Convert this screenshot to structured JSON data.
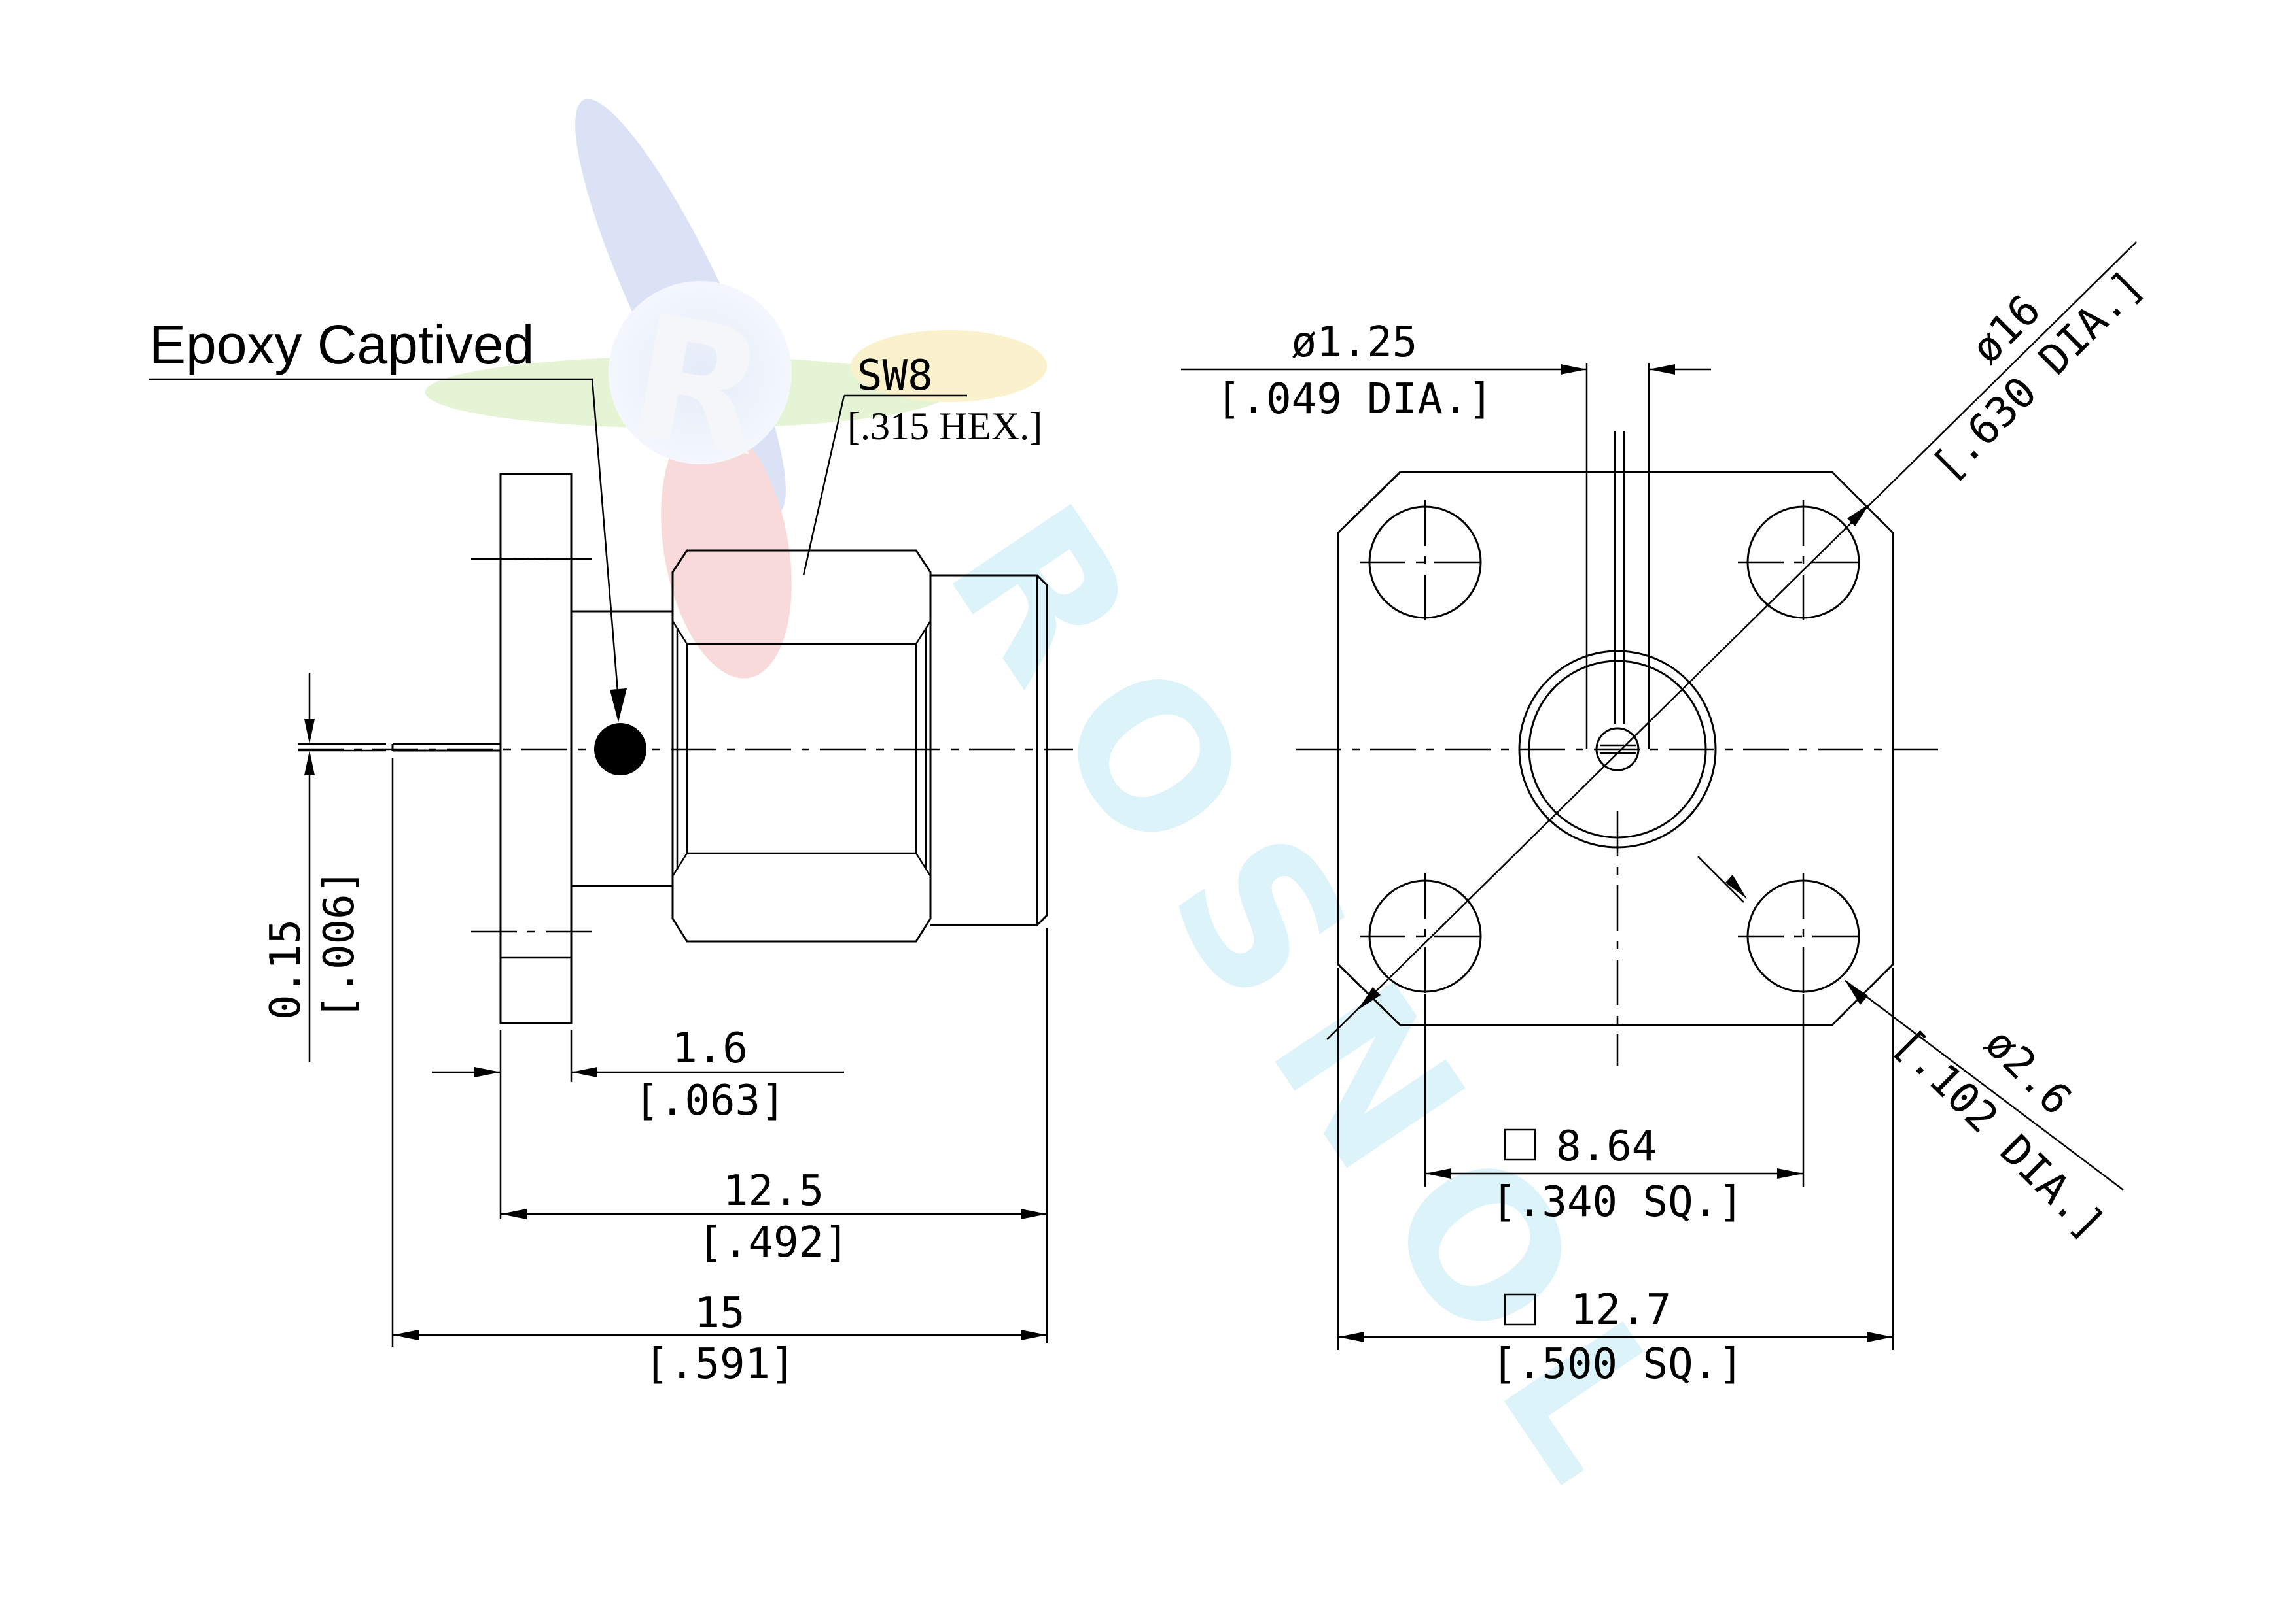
{
  "labels": {
    "epoxy": "Epoxy Captived",
    "sw8": "SW8",
    "hex": "[.315 HEX.]",
    "pin_dia_mm": "ø1.25",
    "pin_dia_in": "[.049 DIA.]",
    "body_dia_mm": "ø16",
    "body_dia_in": "[.630 DIA.]",
    "hole_dia_mm": "ø2.6",
    "hole_dia_in": "[.102 DIA.]",
    "pin_len_mm": "0.15",
    "pin_len_in": "[.006]",
    "flange_mm": "1.6",
    "flange_in": "[.063]",
    "body_len_mm": "12.5",
    "body_len_in": "[.492]",
    "total_len_mm": "15",
    "total_len_in": "[.591]",
    "hole_sq_mm": "8.64",
    "hole_sq_in": "[.340 SQ.]",
    "flange_sq_mm": "12.7",
    "flange_sq_in": "[.500 SQ.]"
  },
  "watermark": {
    "logo_letter": "R",
    "text": "ROSNOL",
    "color": "#bfeaf5"
  }
}
